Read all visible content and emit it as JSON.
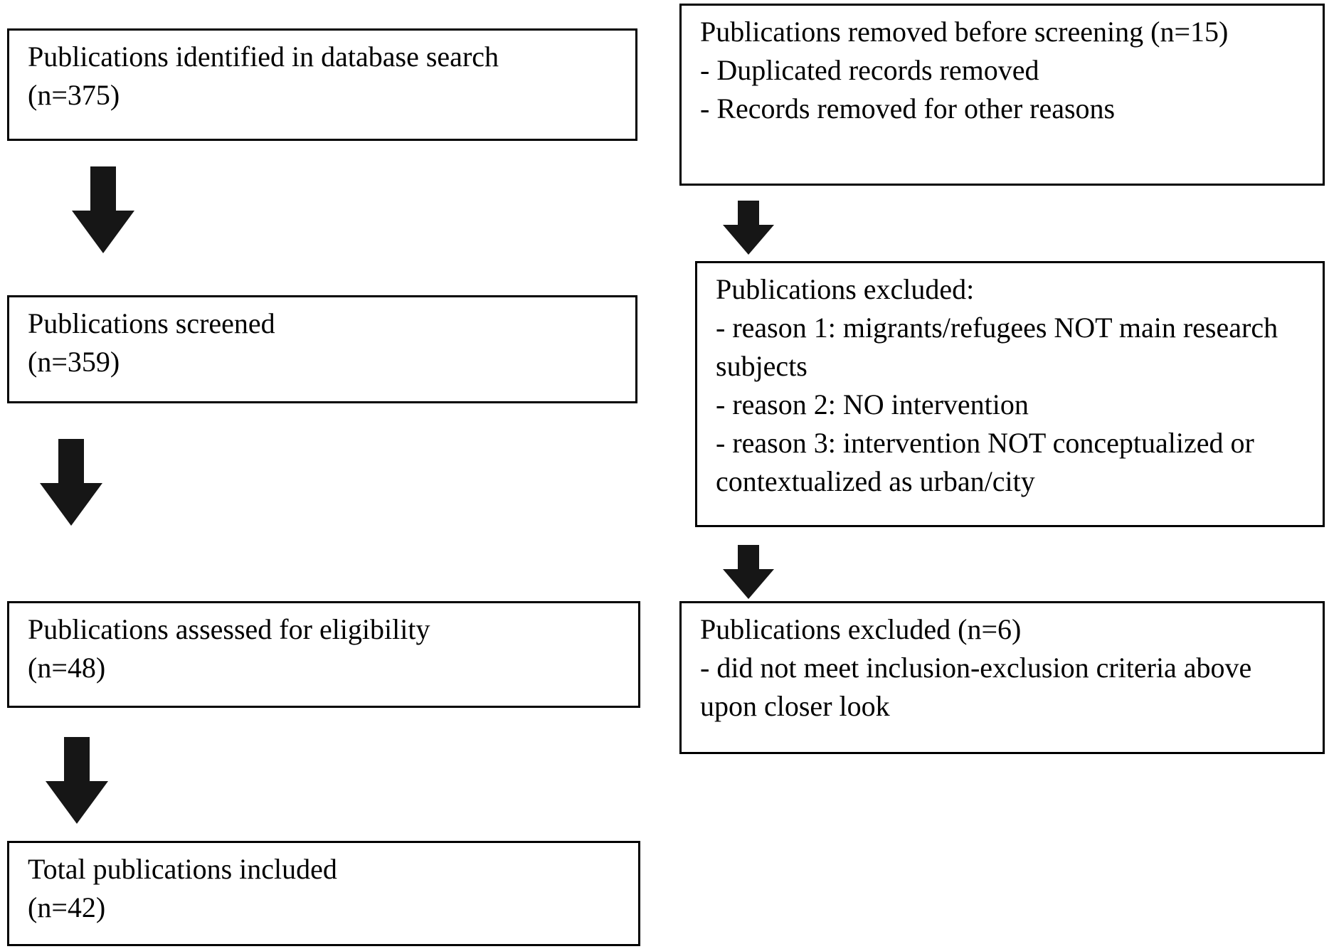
{
  "colors": {
    "box_border": "#000000",
    "box_background": "#ffffff",
    "arrow": "#161616",
    "text": "#000000",
    "page_background": "#ffffff"
  },
  "flow": {
    "left": [
      {
        "lines": [
          "Publications identified in database search",
          "(n=375)"
        ]
      },
      {
        "lines": [
          "Publications screened",
          "(n=359)"
        ]
      },
      {
        "lines": [
          "Publications assessed for eligibility",
          "(n=48)"
        ]
      },
      {
        "lines": [
          "Total publications included",
          "(n=42)"
        ]
      }
    ],
    "right": [
      {
        "lines": [
          "Publications removed before screening (n=15)",
          "- Duplicated records removed",
          "- Records removed for other reasons"
        ]
      },
      {
        "lines": [
          "Publications excluded:",
          "- reason 1: migrants/refugees NOT main research subjects",
          "- reason 2: NO intervention",
          "- reason 3: intervention NOT conceptualized or contextualized as urban/city"
        ]
      },
      {
        "lines": [
          "Publications excluded (n=6)",
          "- did not meet inclusion-exclusion criteria above upon closer look"
        ]
      }
    ]
  }
}
